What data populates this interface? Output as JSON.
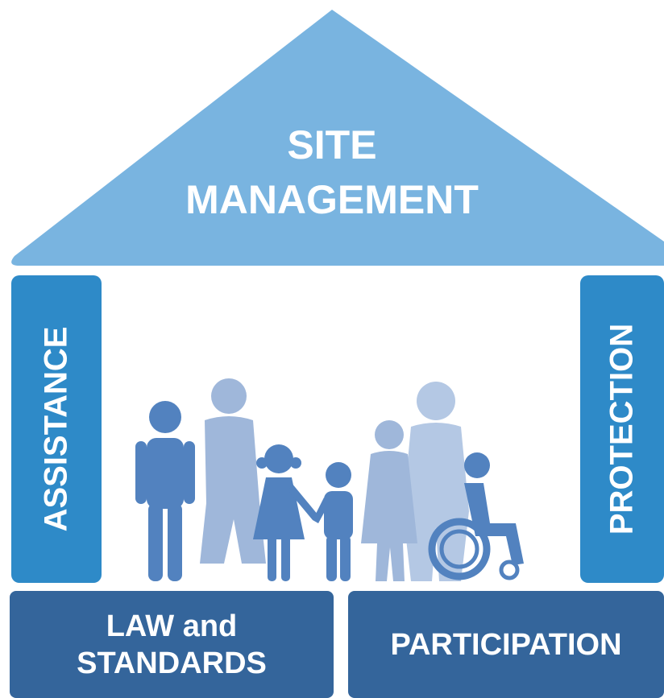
{
  "roof": {
    "line1": "SITE",
    "line2": "MANAGEMENT"
  },
  "pillars": {
    "left": "ASSISTANCE",
    "right": "PROTECTION"
  },
  "base": {
    "left_line1": "LAW and",
    "left_line2": "STANDARDS",
    "right": "PARTICIPATION"
  },
  "colors": {
    "roof": "#79b4e0",
    "pillar": "#2e8ac8",
    "base": "#34659b",
    "figure_dark": "#5282bf",
    "figure_light": "#9fb7da"
  },
  "icons": [
    "family-group-icon",
    "wheelchair-icon"
  ]
}
